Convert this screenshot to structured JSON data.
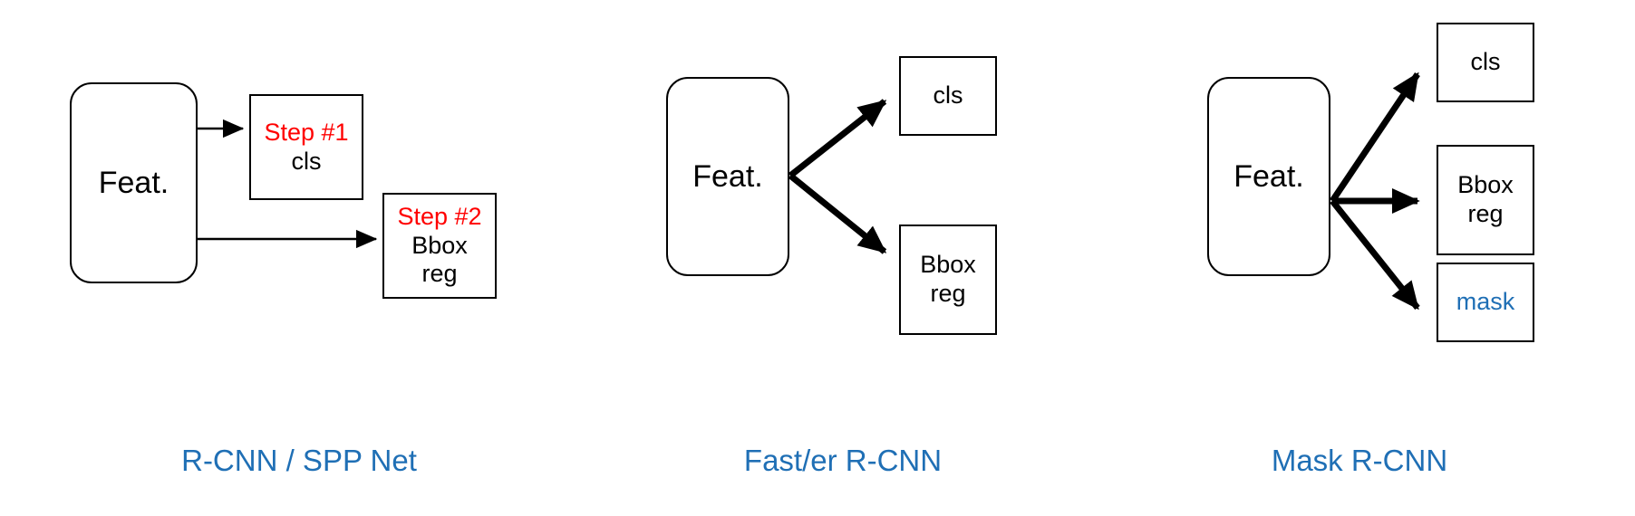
{
  "figure": {
    "background_color": "#ffffff",
    "accent_blue": "#1f6fb5",
    "accent_red": "#ff0000",
    "outline_color": "#000000"
  },
  "panels": [
    {
      "id": "rcnn-spp",
      "caption": "R-CNN / SPP Net",
      "feature_box": {
        "label": "Feat."
      },
      "outputs": [
        {
          "id": "cls",
          "step": "Step #1",
          "lines": [
            "cls"
          ],
          "step_color": "#ff0000"
        },
        {
          "id": "bbox",
          "step": "Step #2",
          "lines": [
            "Bbox",
            "reg"
          ],
          "step_color": "#ff0000"
        }
      ],
      "arrows": [
        {
          "id": "feat-to-cls",
          "style": "thin-horizontal"
        },
        {
          "id": "feat-to-bbox",
          "style": "thin-horizontal"
        }
      ]
    },
    {
      "id": "fast-er-rcnn",
      "caption": "Fast/er R-CNN",
      "feature_box": {
        "label": "Feat."
      },
      "outputs": [
        {
          "id": "cls",
          "step": "",
          "lines": [
            "cls"
          ]
        },
        {
          "id": "bbox",
          "step": "",
          "lines": [
            "Bbox",
            "reg"
          ]
        }
      ],
      "arrows": [
        {
          "id": "feat-to-cls",
          "style": "thick-diagonal-up"
        },
        {
          "id": "feat-to-bbox",
          "style": "thick-diagonal-down"
        }
      ]
    },
    {
      "id": "mask-rcnn",
      "caption": "Mask R-CNN",
      "feature_box": {
        "label": "Feat."
      },
      "outputs": [
        {
          "id": "cls",
          "step": "",
          "lines": [
            "cls"
          ]
        },
        {
          "id": "bbox",
          "step": "",
          "lines": [
            "Bbox",
            "reg"
          ]
        },
        {
          "id": "mask",
          "step": "",
          "lines": [
            "mask"
          ],
          "text_color": "#1f6fb5"
        }
      ],
      "arrows": [
        {
          "id": "feat-to-cls",
          "style": "thick-diagonal-up"
        },
        {
          "id": "feat-to-bbox",
          "style": "thick-horizontal"
        },
        {
          "id": "feat-to-mask",
          "style": "thick-diagonal-down"
        }
      ]
    }
  ]
}
